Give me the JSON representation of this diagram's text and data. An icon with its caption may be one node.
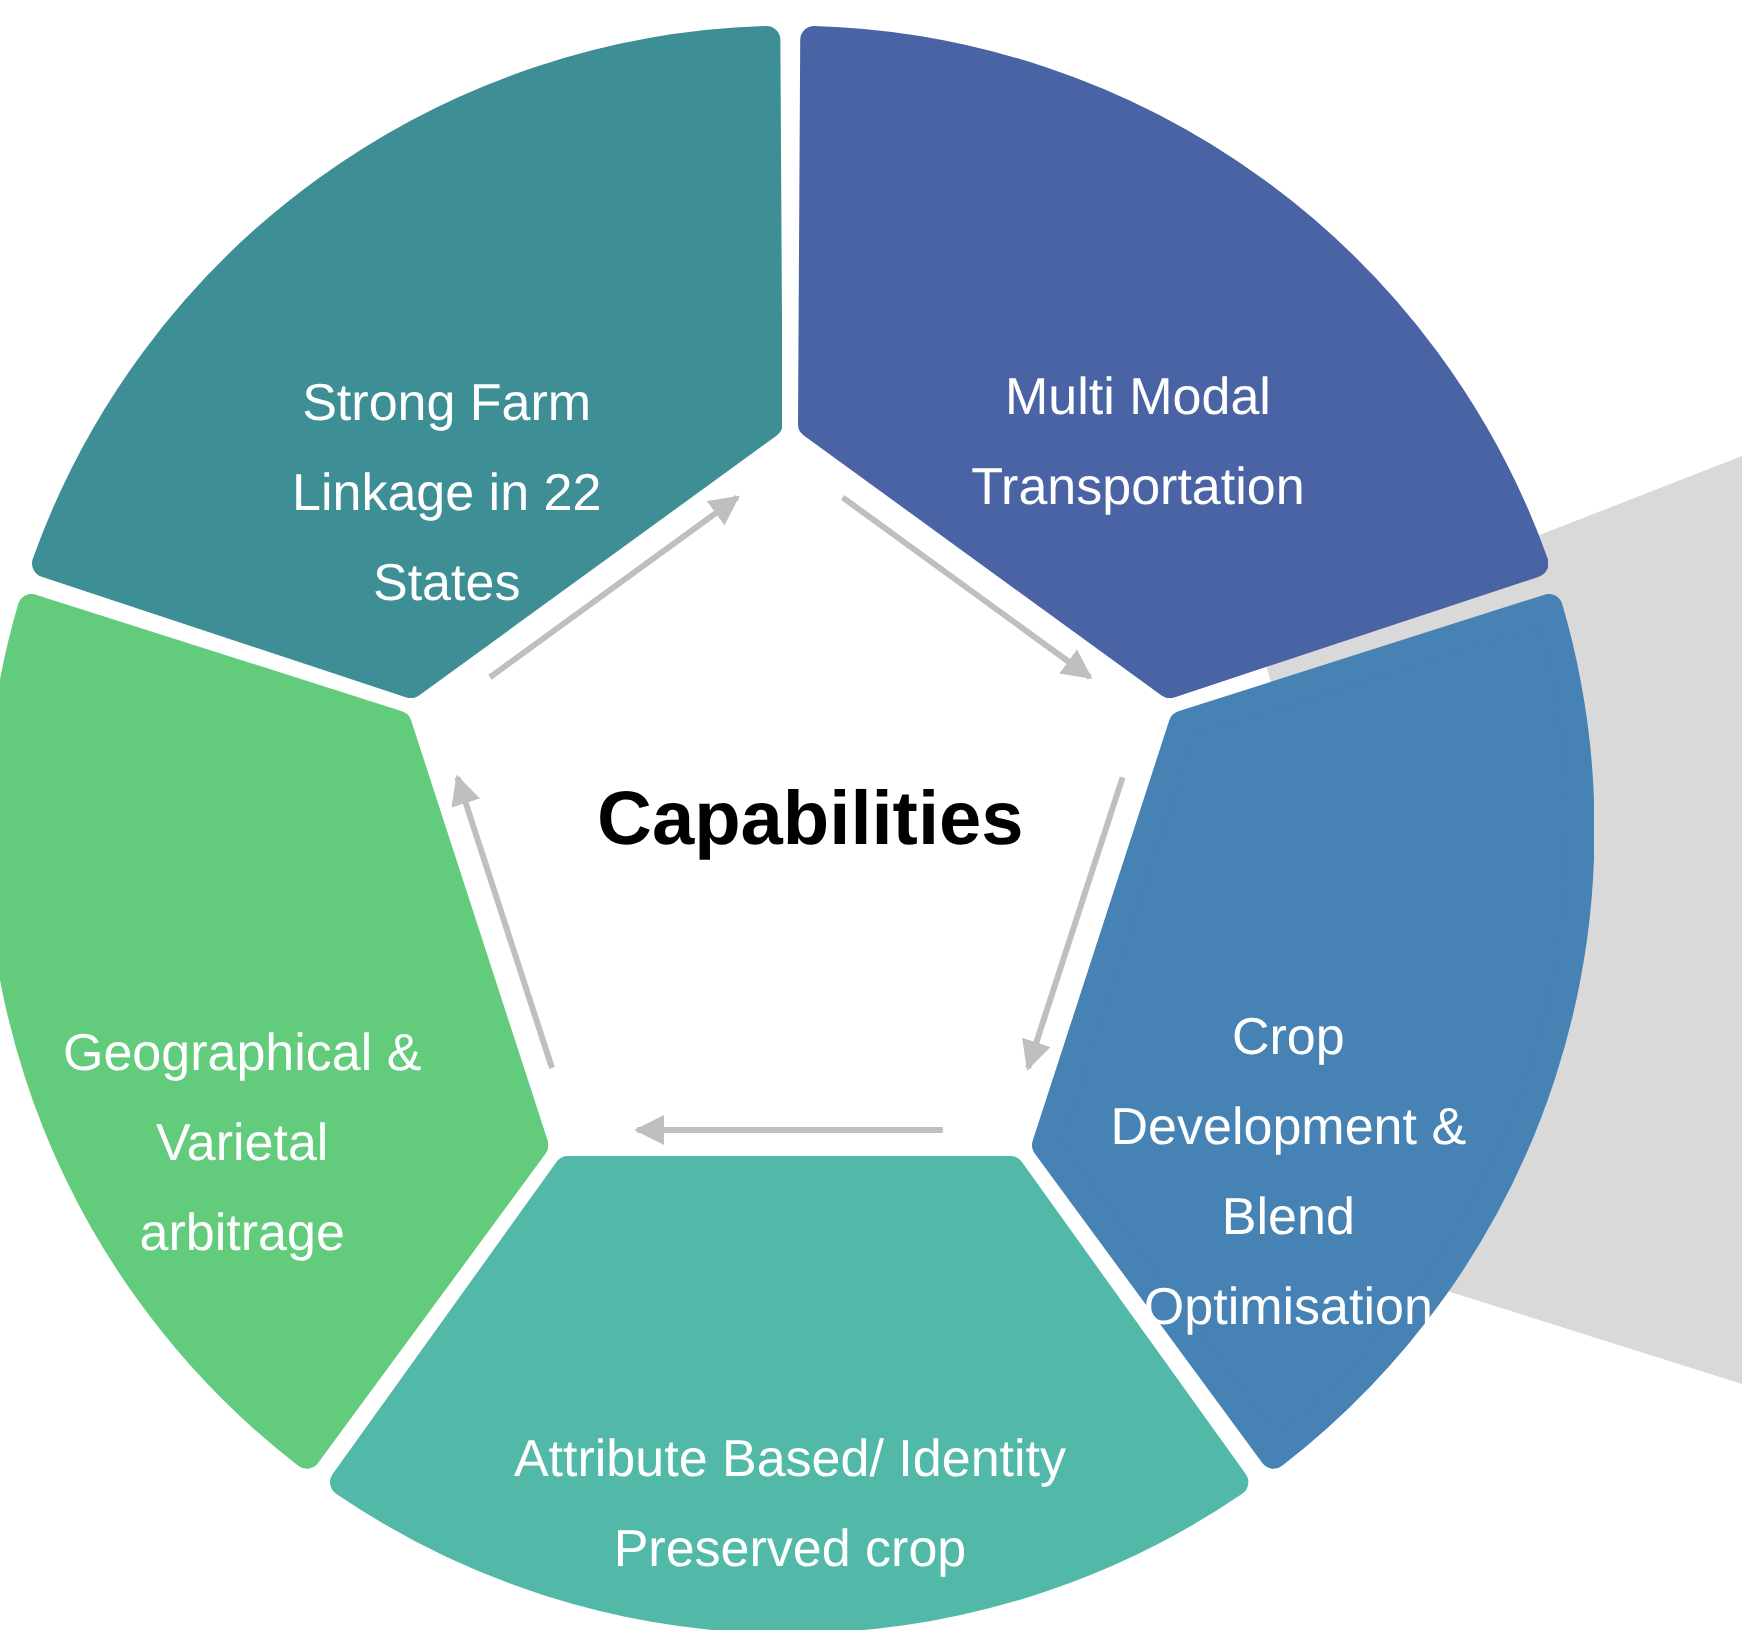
{
  "diagram": {
    "title": "Capabilities",
    "nodes": [
      {
        "text": [
          "Strong Farm Linkage in 22 States"
        ]
      },
      {
        "text": [
          "Multi Modal Transportation"
        ]
      },
      {
        "text": [
          "Crop Development & Blend Optimisation"
        ]
      },
      {
        "text": [
          "Attribute Based/ Identity Preserved crop"
        ]
      },
      {
        "text": [
          "Geographical & Varietal arbitrage"
        ]
      }
    ]
  }
}
